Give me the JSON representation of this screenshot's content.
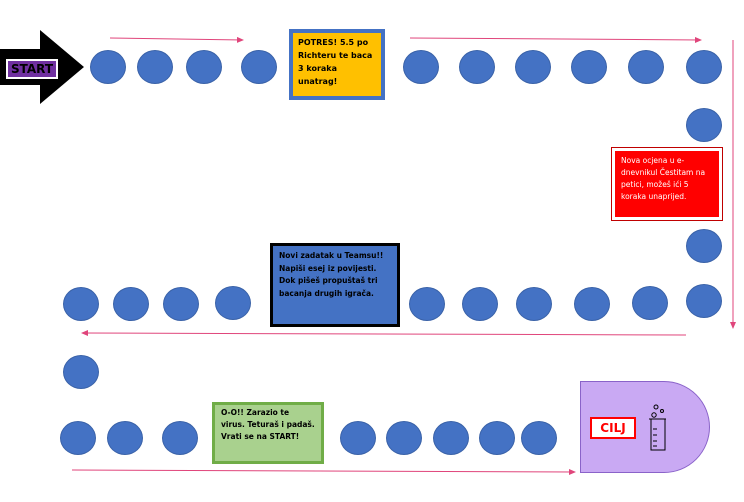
{
  "start_label": "START",
  "finish_label": "CILJ",
  "cards": {
    "earthquake": "POTRES! 5.5 po Richteru te baca 3 koraka unatrag!",
    "grade": "Nova ocjena u e-dnevnikul Čestitam na petici, možeš ići 5 koraka unaprijed.",
    "teams": "Novi zadatak u Teamsu!! Napiši esej iz povijesti. Dok pišeš propuštaš tri bacanja drugih igrača.",
    "virus": "O-O!! Zarazio te virus. Teturaš i padaš. Vrati se na START!"
  },
  "icons": [
    "start-arrow-icon",
    "beaker-icon",
    "path-arrow-icon"
  ],
  "colors": {
    "field": "#4472c4",
    "path_arrow": "#e0457b",
    "start_label_bg": "#7030a0",
    "earthquake_bg": "#ffc000",
    "earthquake_border": "#4472c4",
    "grade_bg": "#ff0000",
    "teams_bg": "#4472c4",
    "virus_bg": "#a9d18e",
    "virus_border": "#70ad47",
    "finish_bg": "#c9a9f3",
    "finish_label_border": "#ff0000"
  }
}
